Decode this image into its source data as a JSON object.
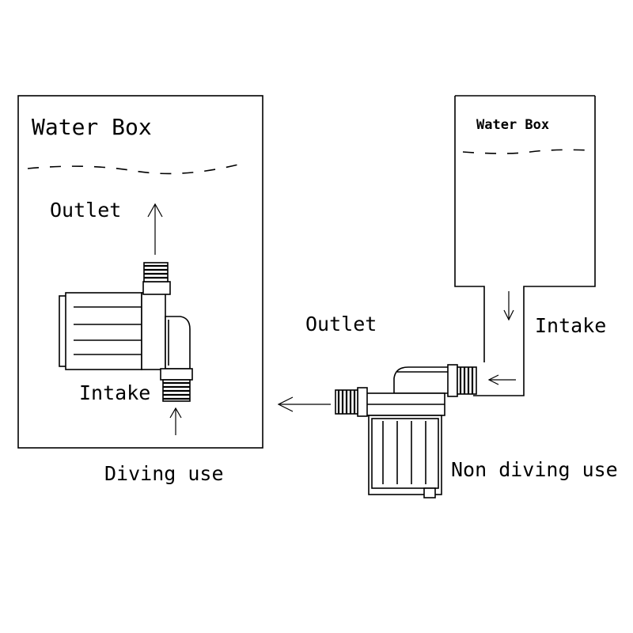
{
  "left_panel": {
    "title": "Water Box",
    "outlet_label": "Outlet",
    "intake_label": "Intake",
    "caption": "Diving use"
  },
  "right_panel": {
    "title": "Water Box",
    "outlet_label": "Outlet",
    "intake_label": "Intake",
    "caption": "Non diving use"
  },
  "icons": [
    "water-surface",
    "flow-arrow",
    "pump",
    "pipe"
  ]
}
